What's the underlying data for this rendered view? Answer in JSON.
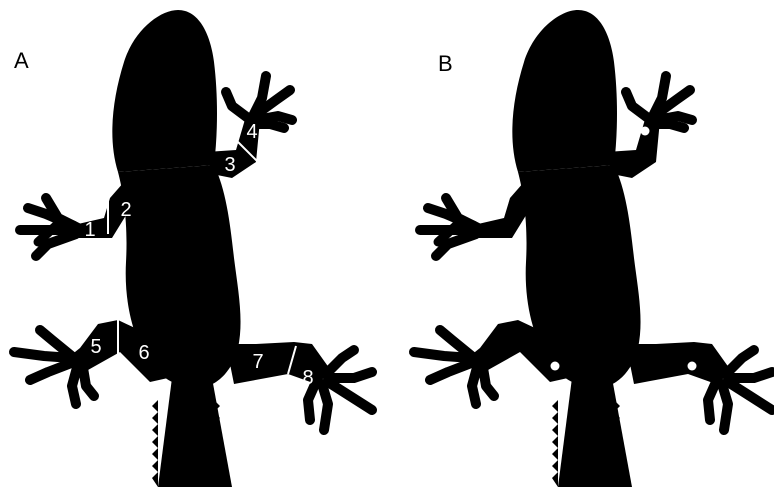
{
  "panels": [
    {
      "id": "A",
      "label": "A",
      "segment_labels": [
        "1",
        "2",
        "3",
        "4",
        "5",
        "6",
        "7",
        "8"
      ]
    },
    {
      "id": "B",
      "label": "B",
      "marker_count": 3
    }
  ],
  "colors": {
    "background": "#ffffff",
    "silhouette": "#000000",
    "annotation": "#ffffff"
  }
}
